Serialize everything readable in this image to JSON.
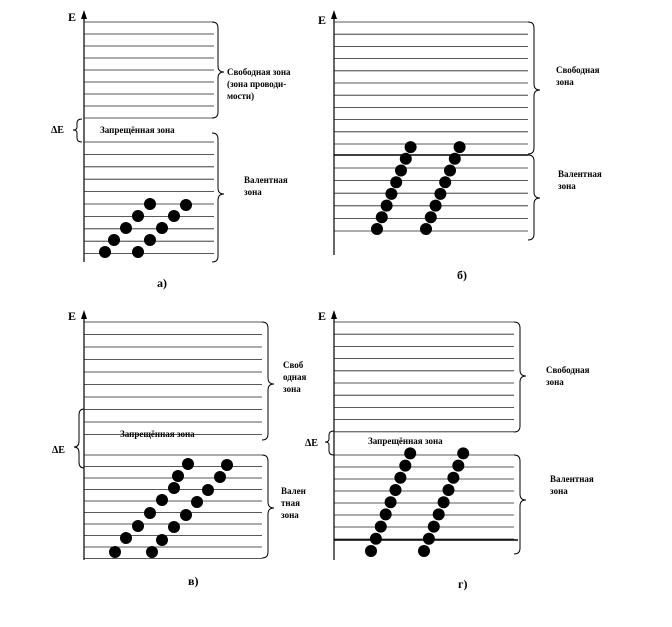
{
  "axis_label": "E",
  "delta_label": "ΔE",
  "panels": {
    "a": {
      "caption": "а)",
      "conduction_label": [
        "Свободная зона",
        "(зона проводи-",
        "мости)"
      ],
      "gap_label": "Запрещённая зона",
      "valence_label": [
        "Валентная",
        "зона"
      ]
    },
    "b": {
      "caption": "б)",
      "conduction_label": [
        "Свободная",
        "зона"
      ],
      "valence_label": [
        "Валентная",
        "зона"
      ]
    },
    "v": {
      "caption": "в)",
      "conduction_label": [
        "Своб",
        "одная",
        "зона"
      ],
      "gap_label": "Запрещённая зона",
      "valence_label": [
        "Вален",
        "тная",
        "зона"
      ]
    },
    "g": {
      "caption": "г)",
      "conduction_label": [
        "Свободная",
        "зона"
      ],
      "gap_label": "Запрещённая зона",
      "valence_label": [
        "Валентная",
        "зона"
      ]
    }
  },
  "colors": {
    "ink": "#000000",
    "background": "#ffffff"
  }
}
